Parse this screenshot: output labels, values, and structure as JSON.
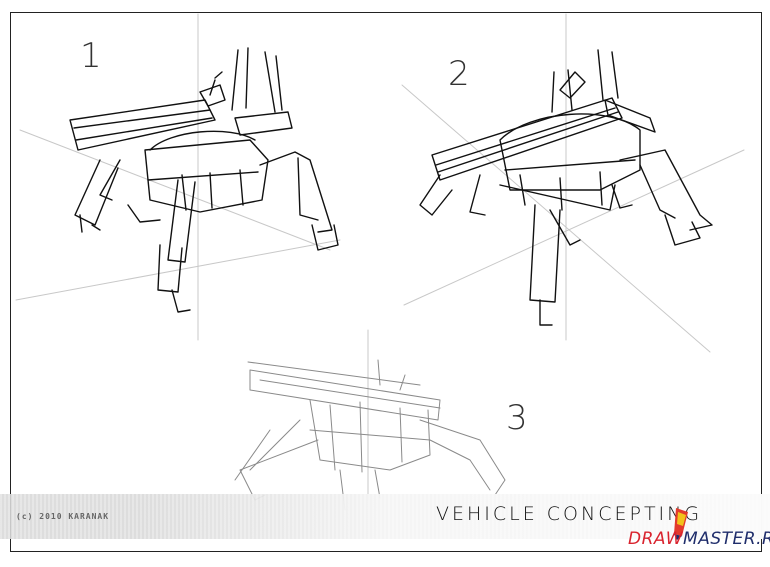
{
  "sketch_numbers": [
    "1",
    "2",
    "3"
  ],
  "footer": {
    "copyright": "(c) 2010 KARANAK",
    "title": "VEHICLE CONCEPTING",
    "logo_draw": "DRAW",
    "logo_master": "MASTER.RU"
  }
}
